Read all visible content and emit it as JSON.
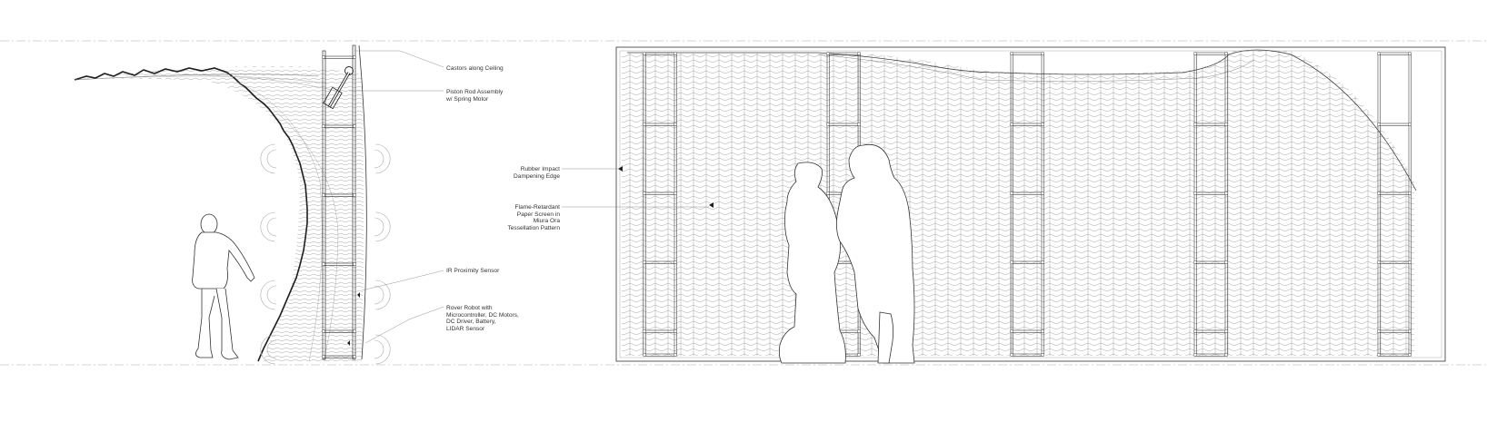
{
  "diagram": {
    "side_section_callouts": [
      {
        "id": "castors",
        "text": "Castors along Ceiling"
      },
      {
        "id": "piston",
        "text": "Piston Rod Assembly\nw/ Spring Motor"
      },
      {
        "id": "ir",
        "text": "IR Proximity Sensor"
      },
      {
        "id": "rover",
        "text": "Rover Robot with\nMicrocontroller, DC Motors,\nDC Driver, Battery,\nLIDAR Sensor"
      }
    ],
    "elevation_callouts": [
      {
        "id": "rubber",
        "text": "Rubber Impact\nDampening Edge"
      },
      {
        "id": "paper",
        "text": "Flame-Retardant\nPaper Screen in\nMiura Ora\nTessellation Pattern"
      }
    ],
    "colors": {
      "ink": "#2a2a2a",
      "fine_line": "#8a8a8a",
      "grid_dash": "#bbbbbb",
      "background": "#ffffff"
    }
  }
}
